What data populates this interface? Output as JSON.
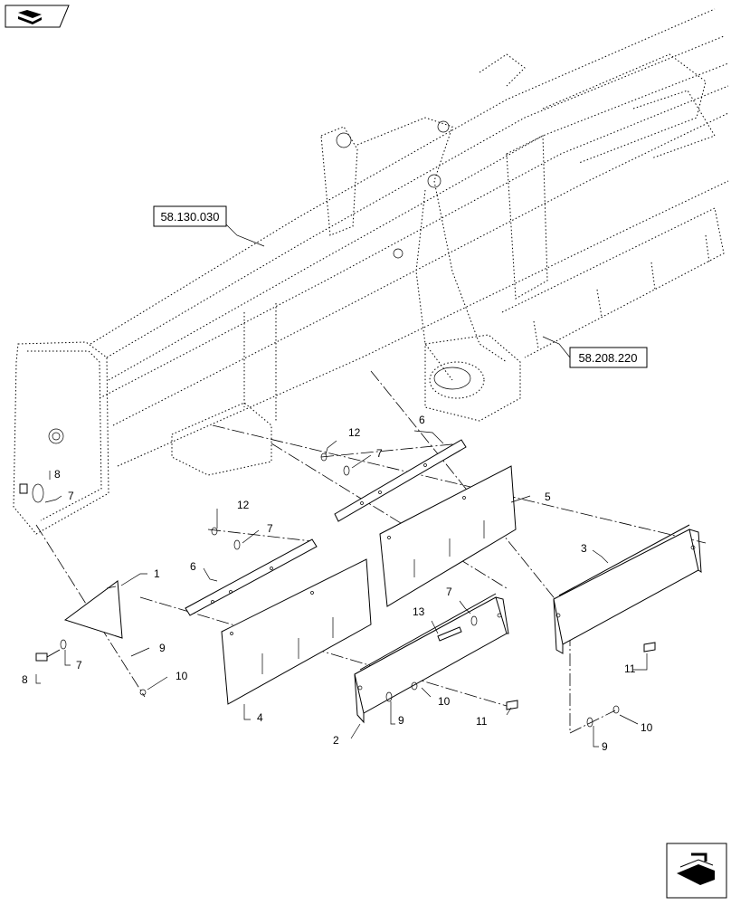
{
  "references": [
    {
      "id": "ref-58-130-030",
      "text": "58.130.030"
    },
    {
      "id": "ref-58-208-220",
      "text": "58.208.220"
    }
  ],
  "callouts": {
    "c1": "1",
    "c2": "2",
    "c3": "3",
    "c4": "4",
    "c5": "5",
    "c6a": "6",
    "c6b": "6",
    "c7a": "7",
    "c7b": "7",
    "c7c": "7",
    "c7d": "7",
    "c7e": "7",
    "c8a": "8",
    "c8b": "8",
    "c9a": "9",
    "c9b": "9",
    "c9c": "9",
    "c10a": "10",
    "c10b": "10",
    "c10c": "10",
    "c11a": "11",
    "c11b": "11",
    "c12a": "12",
    "c12b": "12",
    "c13": "13"
  },
  "icons": {
    "top_left": "book-icon",
    "bottom_right": "next-page-arrow-icon"
  }
}
